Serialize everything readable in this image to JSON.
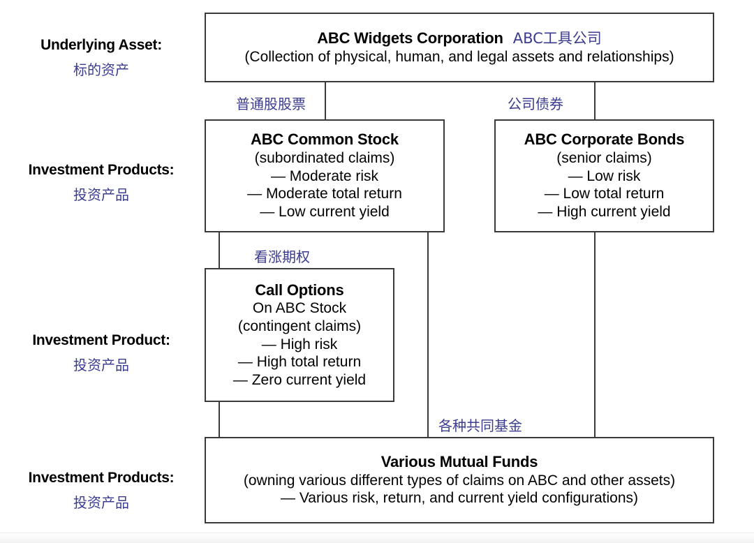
{
  "stages": [
    {
      "en": "Underlying Asset:",
      "cn": "标的资产"
    },
    {
      "en": "Investment Products:",
      "cn": "投资产品"
    },
    {
      "en": "Investment Product:",
      "cn": "投资产品"
    },
    {
      "en": "Investment Products:",
      "cn": "投资产品"
    }
  ],
  "boxes": {
    "corporation": {
      "title": "ABC Widgets Corporation",
      "title_cn": "ABC工具公司",
      "lines": [
        "(Collection of physical, human, and legal assets and relationships)"
      ]
    },
    "common_stock": {
      "title": "ABC Common Stock",
      "lines": [
        "(subordinated claims)",
        "— Moderate risk",
        "— Moderate total return",
        "— Low current yield"
      ]
    },
    "corporate_bonds": {
      "title": "ABC Corporate Bonds",
      "lines": [
        "(senior claims)",
        "— Low risk",
        "— Low total return",
        "— High current yield"
      ]
    },
    "call_options": {
      "title": "Call Options",
      "lines": [
        "On ABC Stock",
        "(contingent claims)",
        "— High risk",
        "— High total return",
        "— Zero current yield"
      ]
    },
    "mutual_funds": {
      "title": "Various Mutual Funds",
      "lines": [
        "(owning various different types of claims on ABC and other assets)",
        "— Various risk, return, and current yield configurations)"
      ]
    }
  },
  "connector_labels": {
    "common_stock": "普通股股票",
    "corporate_bonds": "公司债券",
    "call_options": "看涨期权",
    "mutual_funds": "各种共同基金"
  },
  "colors": {
    "annotation_blue": "#3b3b8f",
    "box_border": "#3a3a3a",
    "text": "#000000"
  }
}
